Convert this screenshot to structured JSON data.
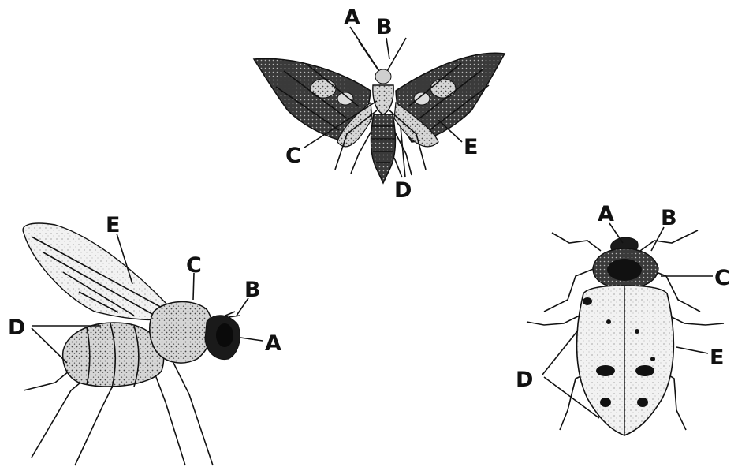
{
  "labels": {
    "moth": {
      "A": "A",
      "B": "B",
      "C": "C",
      "D": "D",
      "E": "E"
    },
    "fly": {
      "A": "A",
      "B": "B",
      "C": "C",
      "D": "D",
      "E": "E"
    },
    "beetle": {
      "A": "A",
      "B": "B",
      "C": "C",
      "D": "D",
      "E": "E"
    }
  }
}
